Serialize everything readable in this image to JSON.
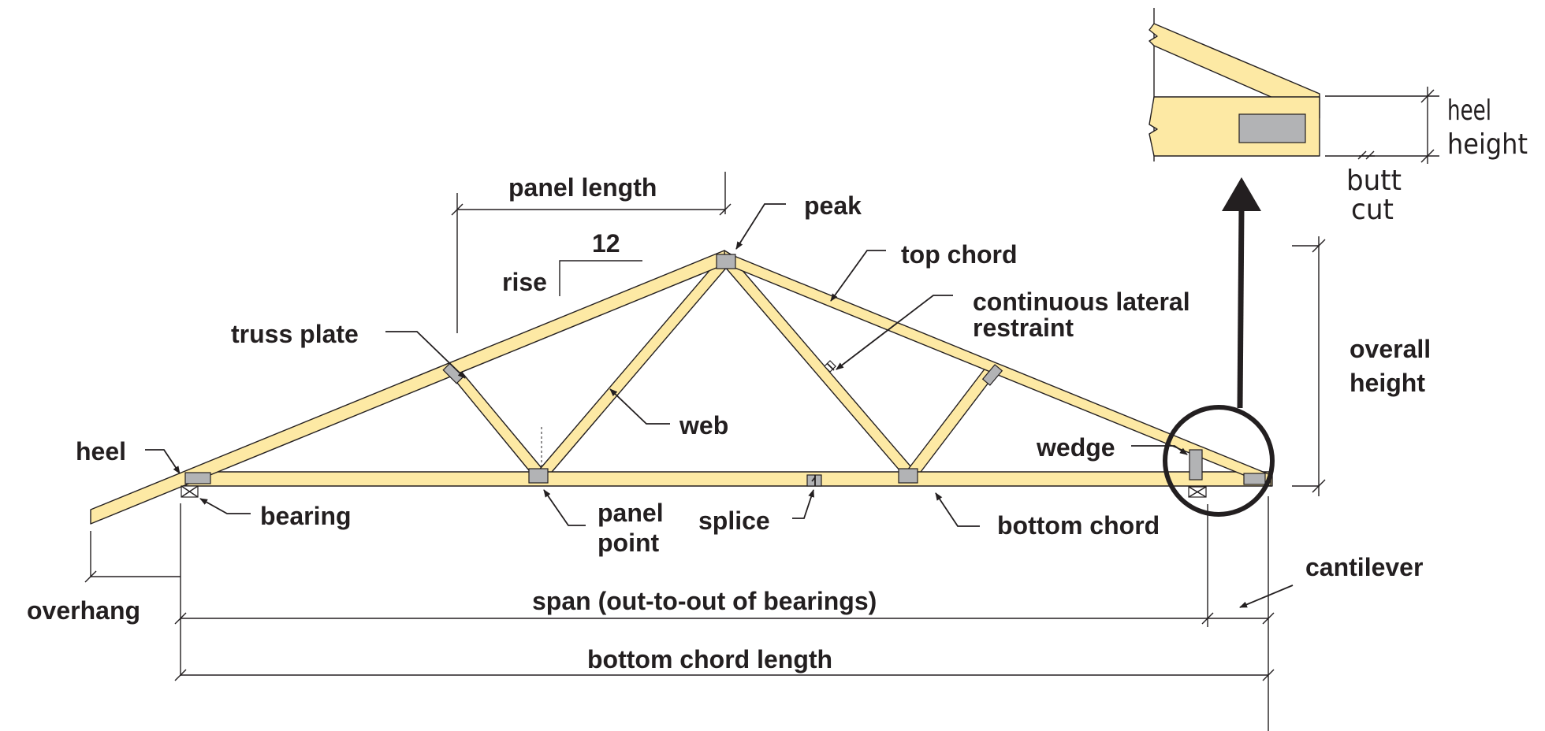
{
  "labels": {
    "panel_length": "panel length",
    "peak": "peak",
    "pitch_run": "12",
    "pitch_rise": "rise",
    "top_chord": "top chord",
    "truss_plate": "truss plate",
    "clr_line1": "continuous lateral",
    "clr_line2": "restraint",
    "web": "web",
    "heel": "heel",
    "wedge": "wedge",
    "bearing": "bearing",
    "panel_point_line1": "panel",
    "panel_point_line2": "point",
    "splice": "splice",
    "bottom_chord": "bottom chord",
    "overall_height_line1": "overall",
    "overall_height_line2": "height",
    "cantilever": "cantilever",
    "overhang": "overhang",
    "span": "span (out-to-out of bearings)",
    "bottom_chord_length": "bottom chord length",
    "heel_height_line1": "heel",
    "heel_height_line2": "height",
    "butt_cut_line1": "butt",
    "butt_cut_line2": "cut"
  },
  "colors": {
    "timber": "#fde9a4",
    "plate": "#b2b3b5",
    "ink": "#231f20"
  }
}
